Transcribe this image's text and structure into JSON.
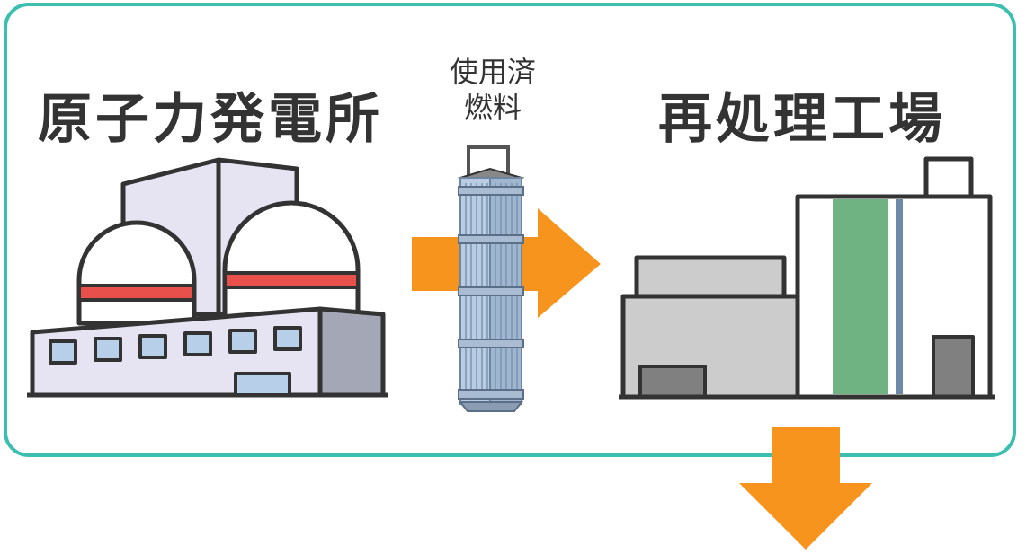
{
  "diagram": {
    "nuclear_plant_label": "原子力発電所",
    "fuel_label_line1": "使用済",
    "fuel_label_line2": "燃料",
    "reprocessing_plant_label": "再処理工場"
  },
  "colors": {
    "frame_border": "#3cbfb0",
    "arrow": "#f7941d",
    "dome_band": "#e8504b",
    "building_lavender": "#e6e4f2",
    "building_side": "#a3a7b6",
    "window_blue": "#b7cfe9",
    "fuel_blue": "#b8cde4",
    "factory_gray": "#cccccc",
    "factory_dark": "#808080",
    "stripe_green": "#6fb383",
    "stripe_blue": "#6e88a8",
    "outline": "#333333"
  },
  "icons": [
    "nuclear-power-plant-icon",
    "spent-fuel-assembly-icon",
    "reprocessing-plant-icon",
    "arrow-right-icon",
    "arrow-down-icon"
  ]
}
